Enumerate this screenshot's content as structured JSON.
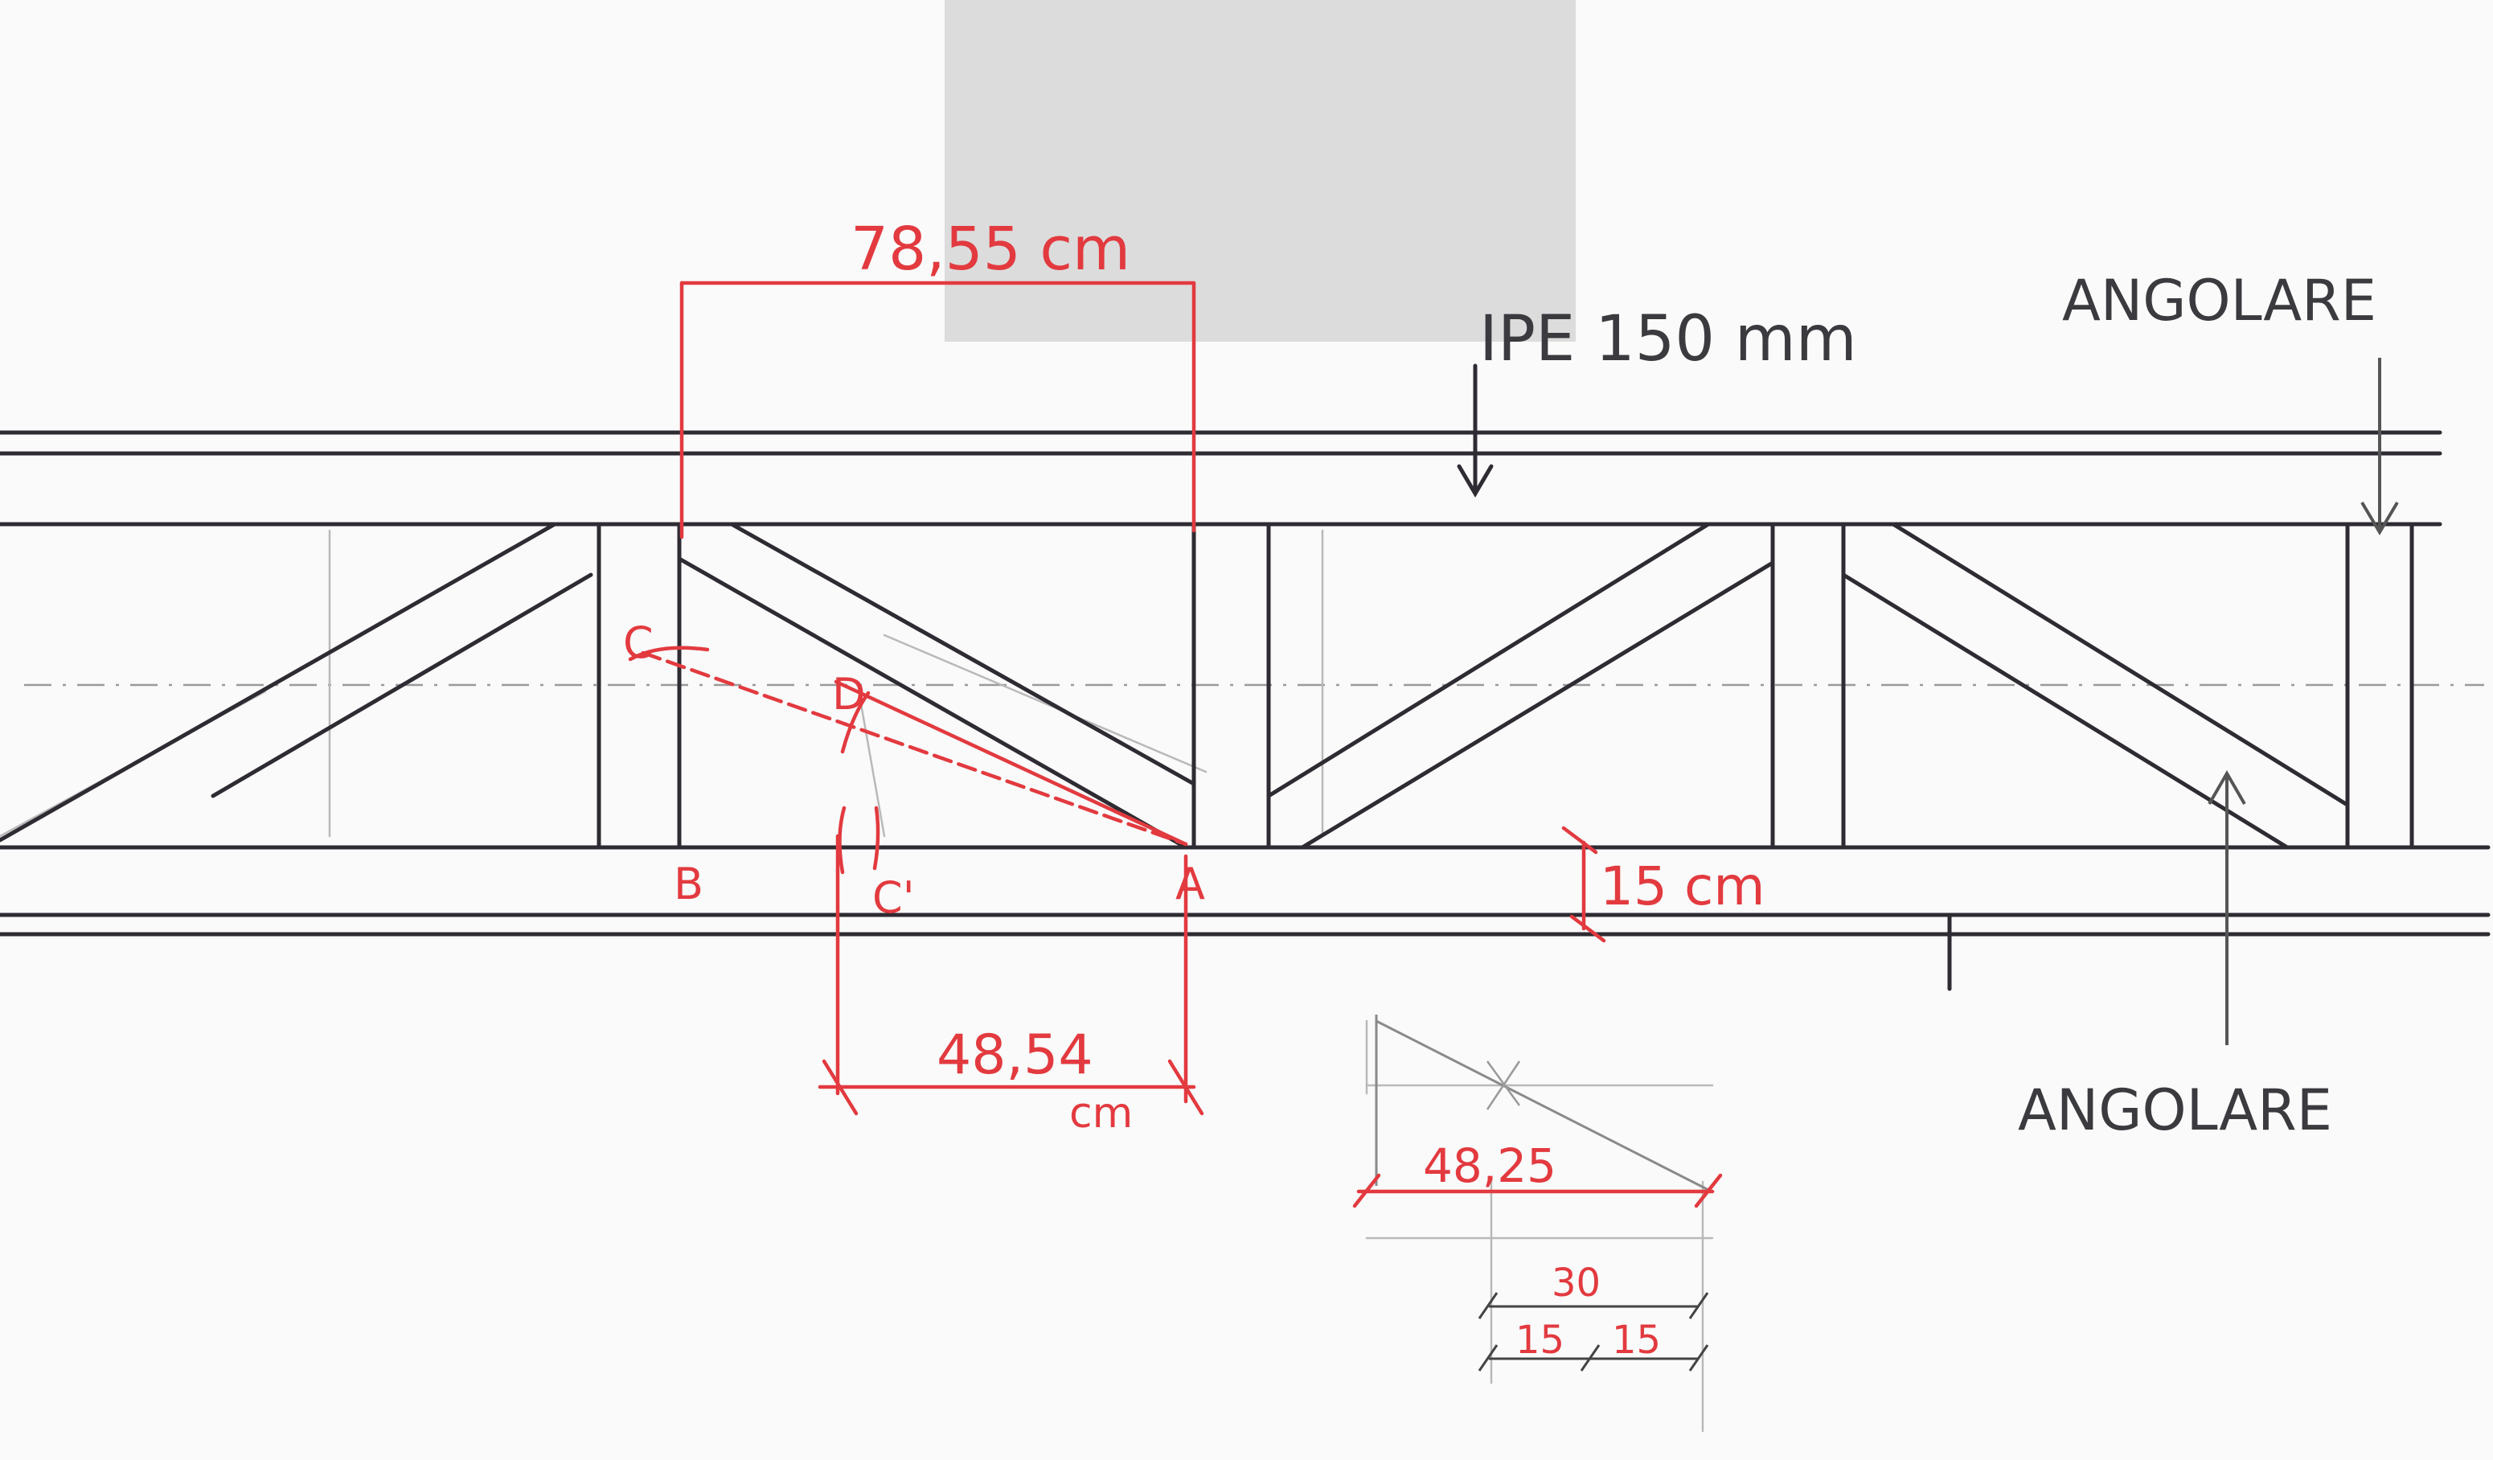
{
  "colors": {
    "paper": "#fafafa",
    "structure_ink": "#2f2b33",
    "dimension_ink": "#e23a3f",
    "pencil": "#b9b9b9",
    "photo_patch": "#dcdcdc"
  },
  "labels": {
    "top_dimension": "78,55 cm",
    "beam_label": "IPE 150 mm",
    "angle_top": "ANGOLARE",
    "angle_bottom": "ANGOLARE",
    "bottom_dimension": "48,54",
    "bottom_dimension_unit": "cm",
    "chord_height": "15 cm",
    "sketch_width": "48,25",
    "sketch_total": "30",
    "sketch_half_left": "15",
    "sketch_half_right": "15"
  },
  "points": {
    "a": "A",
    "b": "B",
    "c": "C",
    "c_prime": "C'",
    "d": "D"
  }
}
